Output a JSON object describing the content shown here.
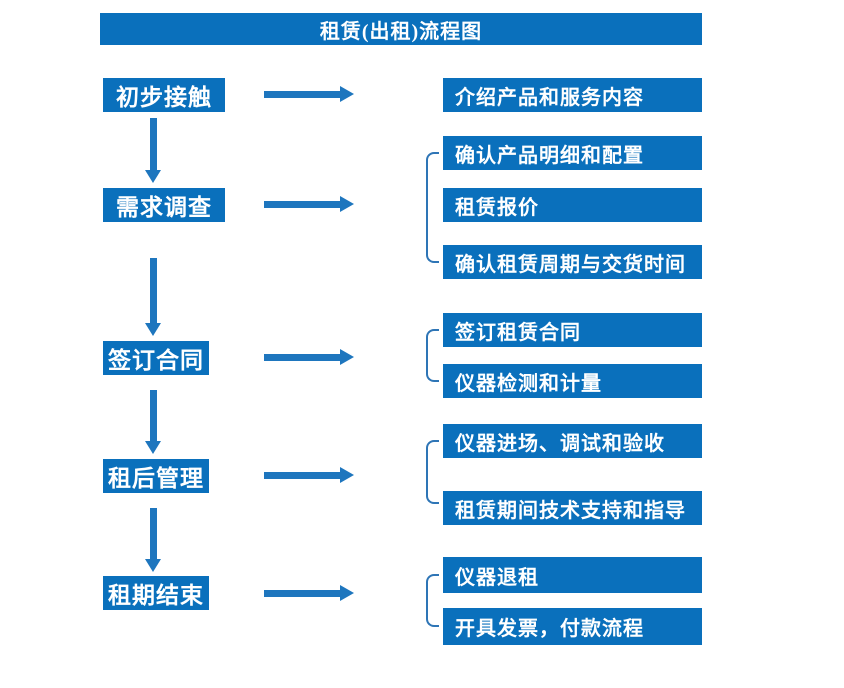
{
  "title": "租赁(出租)流程图",
  "colors": {
    "primary_blue": "#0a70bc",
    "arrow_blue": "#1e76be",
    "bracket_blue": "#2e75b6",
    "text_white": "#ffffff",
    "bg": "#ffffff"
  },
  "flow": {
    "steps": [
      {
        "label": "初步接触",
        "details": [
          "介绍产品和服务内容"
        ]
      },
      {
        "label": "需求调查",
        "details": [
          "确认产品明细和配置",
          "租赁报价",
          "确认租赁周期与交货时间"
        ]
      },
      {
        "label": "签订合同",
        "details": [
          "签订租赁合同",
          "仪器检测和计量"
        ]
      },
      {
        "label": "租后管理",
        "details": [
          "仪器进场、调试和验收",
          "租赁期间技术支持和指导"
        ]
      },
      {
        "label": "租期结束",
        "details": [
          "仪器退租",
          "开具发票，付款流程"
        ]
      }
    ]
  }
}
